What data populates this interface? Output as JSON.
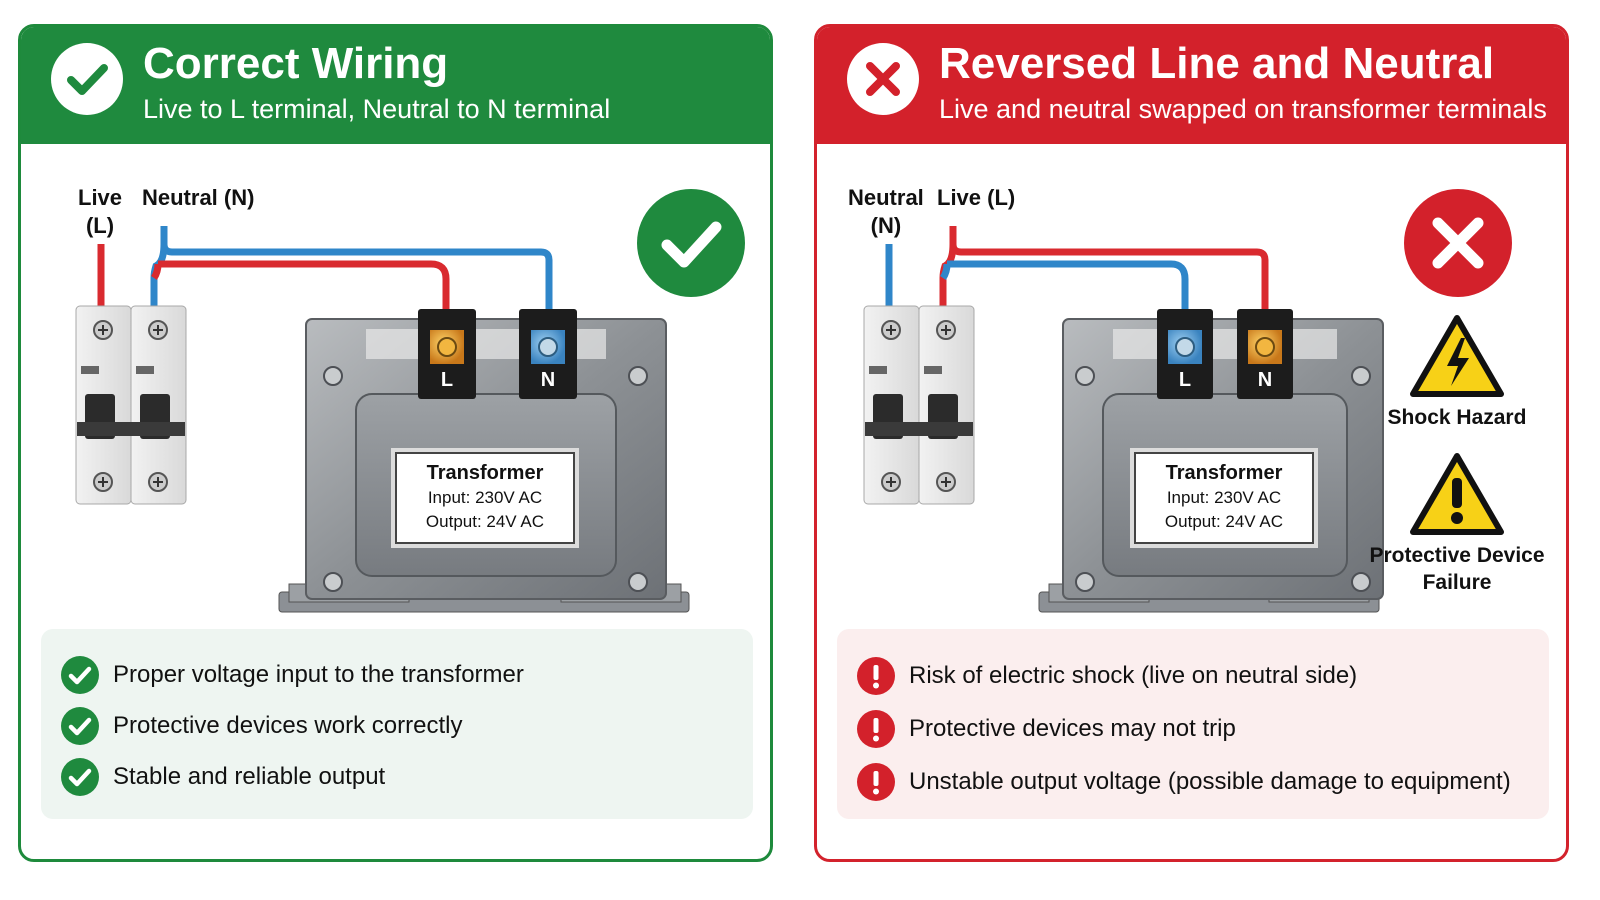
{
  "colors": {
    "green": "#1f8a3e",
    "red": "#d3212b",
    "live_wire": "#d92a2f",
    "neutral_wire": "#2f86c9"
  },
  "correct": {
    "title": "Correct Wiring",
    "subtitle": "Live to L terminal, Neutral to N terminal",
    "status_icon": "check-circle-icon",
    "wire_labels": {
      "first": "Live\n(L)",
      "second": "Neutral (N)"
    },
    "terminals": {
      "left": "L",
      "right": "N"
    },
    "nameplate": {
      "title": "Transformer",
      "input": "Input: 230V AC",
      "output": "Output: 24V AC"
    },
    "notes": [
      {
        "icon": "check-circle-icon",
        "text": "Proper voltage input to the transformer"
      },
      {
        "icon": "check-circle-icon",
        "text": "Protective devices work correctly"
      },
      {
        "icon": "check-circle-icon",
        "text": "Stable and reliable output"
      }
    ]
  },
  "reversed": {
    "title": "Reversed Line and Neutral",
    "subtitle": "Live and neutral swapped on transformer terminals",
    "status_icon": "x-circle-icon",
    "wire_labels": {
      "first": "Neutral\n(N)",
      "second": "Live (L)"
    },
    "terminals": {
      "left": "L",
      "right": "N"
    },
    "nameplate": {
      "title": "Transformer",
      "input": "Input: 230V AC",
      "output": "Output: 24V AC"
    },
    "hazards": [
      {
        "icon": "electric-shock-warning-icon",
        "label": "Shock Hazard"
      },
      {
        "icon": "exclamation-warning-icon",
        "label": "Protective Device Failure"
      }
    ],
    "notes": [
      {
        "icon": "exclamation-circle-icon",
        "text": "Risk of electric shock (live on neutral side)"
      },
      {
        "icon": "exclamation-circle-icon",
        "text": "Protective devices may not trip"
      },
      {
        "icon": "exclamation-circle-icon",
        "text": "Unstable output voltage (possible damage to equipment)"
      }
    ]
  }
}
